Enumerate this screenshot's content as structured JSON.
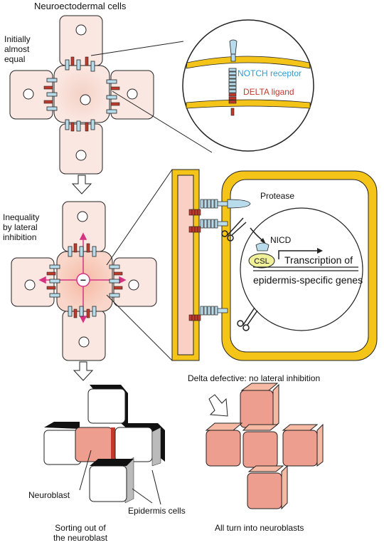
{
  "title": "Neuroectodermal cells",
  "stage1": {
    "line1": "Initially",
    "line2": "almost",
    "line3": "equal"
  },
  "stage2": {
    "line1": "Inequality",
    "line2": "by lateral",
    "line3": "inhibition"
  },
  "zoom1": {
    "notch": "NOTCH receptor",
    "delta": "DELTA ligand"
  },
  "zoom2": {
    "protease": "Protease",
    "nicd": "NICD",
    "csl": "CSL",
    "transcription": "Transcription of",
    "genes": "epidermis-specific genes",
    "minus": "−"
  },
  "bottom_left": {
    "neuroblast": "Neuroblast",
    "epidermis": "Epidermis cells",
    "caption1": "Sorting out of",
    "caption2": "the neuroblast"
  },
  "bottom_right": {
    "title": "Delta defective: no lateral inhibition",
    "caption": "All turn into neuroblasts"
  },
  "colors": {
    "cell_fill": "#fbe7e1",
    "membrane": "#f5c418",
    "notch": "#b9dcec",
    "delta": "#c0392b",
    "arrow": "#d63384",
    "neuroblast": "#ee9e8f",
    "csl": "#f0ef9a"
  }
}
